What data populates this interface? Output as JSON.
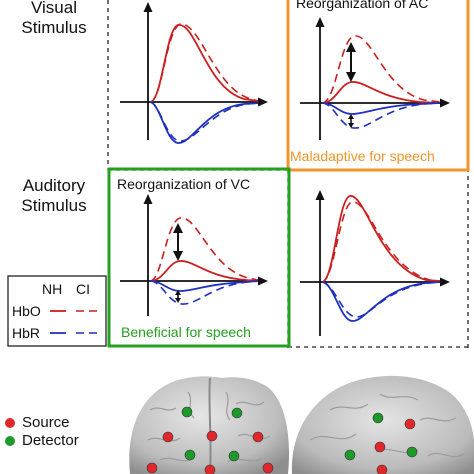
{
  "rows": {
    "visual": [
      "Visual",
      "Stimulus"
    ],
    "auditory": [
      "Auditory",
      "Stimulus"
    ]
  },
  "panels": {
    "top_right_title": "Reorganization of AC",
    "top_right_note": "Maladaptive for speech",
    "bottom_left_title": "Reorganization of VC",
    "bottom_left_note": "Beneficial for speech"
  },
  "legend": {
    "col_nh": "NH",
    "col_ci": "CI",
    "hbo": "HbO",
    "hbr": "HbR"
  },
  "montage_legend": {
    "source": "Source",
    "detector": "Detector"
  },
  "colors": {
    "hbo": "#cc1f1f",
    "hbr": "#1f2fbf",
    "maladaptive_box": "#f0952a",
    "beneficial_box": "#23a11f",
    "source_dot": "#e0282c",
    "detector_dot": "#1e9a2a",
    "brain": "#c9c9c9"
  }
}
